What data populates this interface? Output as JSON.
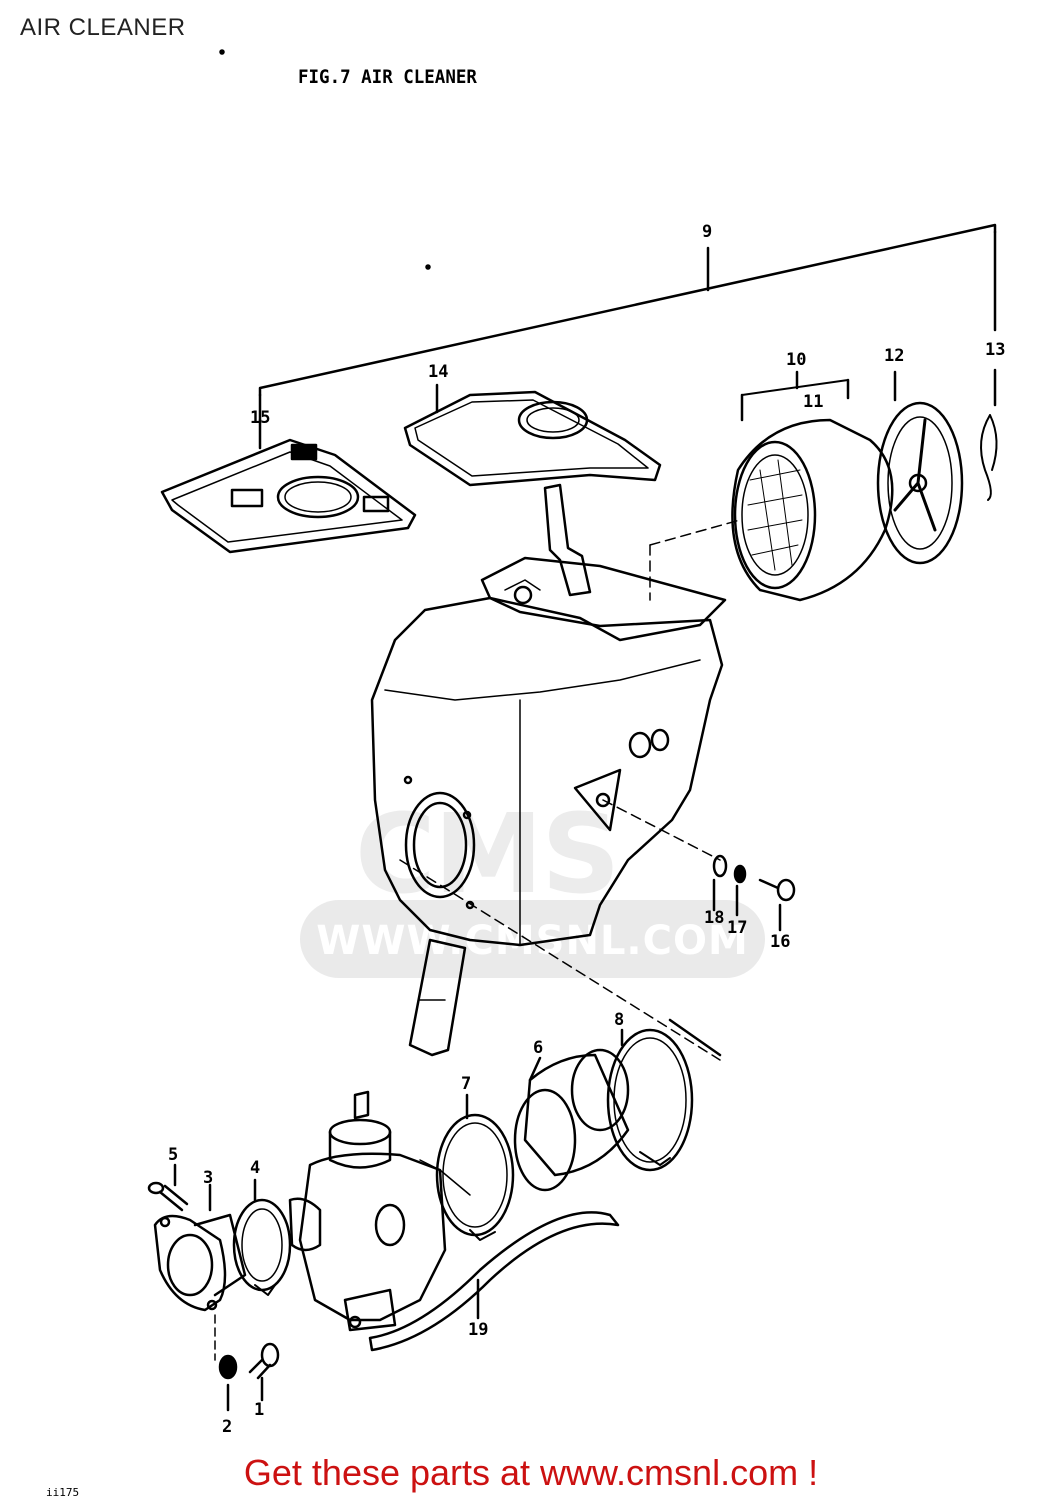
{
  "page": {
    "heading": "AIR CLEANER"
  },
  "figure": {
    "title": "FIG.7  AIR CLEANER",
    "code": "ii175"
  },
  "watermark": {
    "brand": "CMS",
    "url": "WWW.CMSNL.COM"
  },
  "callouts": [
    {
      "id": "1",
      "label": "1"
    },
    {
      "id": "2",
      "label": "2"
    },
    {
      "id": "3",
      "label": "3"
    },
    {
      "id": "4",
      "label": "4"
    },
    {
      "id": "5",
      "label": "5"
    },
    {
      "id": "6",
      "label": "6"
    },
    {
      "id": "7",
      "label": "7"
    },
    {
      "id": "8",
      "label": "8"
    },
    {
      "id": "9",
      "label": "9"
    },
    {
      "id": "10",
      "label": "10"
    },
    {
      "id": "11",
      "label": "11"
    },
    {
      "id": "12",
      "label": "12"
    },
    {
      "id": "13",
      "label": "13"
    },
    {
      "id": "14",
      "label": "14"
    },
    {
      "id": "15",
      "label": "15"
    },
    {
      "id": "16",
      "label": "16"
    },
    {
      "id": "17",
      "label": "17"
    },
    {
      "id": "18",
      "label": "18"
    },
    {
      "id": "19",
      "label": "19"
    }
  ],
  "footer": {
    "text": "Get these parts at www.cmsnl.com !"
  }
}
